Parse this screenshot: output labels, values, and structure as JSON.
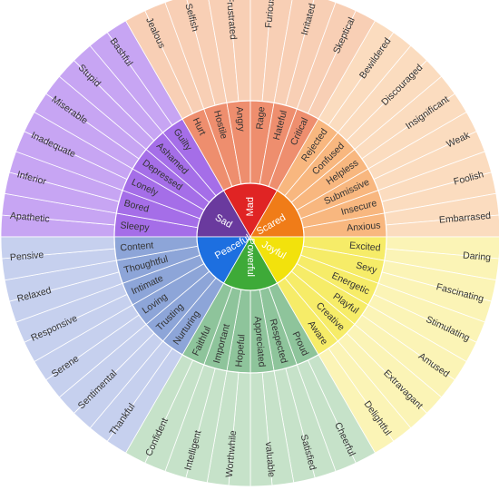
{
  "wheel": {
    "start_angle_deg": 180,
    "core_ids": [
      "sad",
      "mad",
      "scared",
      "joyful",
      "powerful",
      "peaceful"
    ],
    "categories": [
      {
        "id": "sad",
        "label": "Sad",
        "colors": {
          "core": "#6a3a9e",
          "mid": "#a56ee8",
          "outer": "#c7a5f3"
        },
        "emotions": [
          {
            "label": "Sleepy",
            "outer": [
              "Apathetic",
              ""
            ]
          },
          {
            "label": "Bored",
            "outer": [
              "Inferior",
              ""
            ]
          },
          {
            "label": "Lonely",
            "outer": [
              "Inadequate",
              ""
            ]
          },
          {
            "label": "Depressed",
            "outer": [
              "Miserable",
              ""
            ]
          },
          {
            "label": "Ashamed",
            "outer": [
              "Stupid",
              ""
            ]
          },
          {
            "label": "Guilty",
            "outer": [
              "Bashful",
              ""
            ]
          }
        ]
      },
      {
        "id": "mad",
        "label": "Mad",
        "colors": {
          "core": "#e02424",
          "mid": "#ee8e6e",
          "outer": "#f8cfb5"
        },
        "emotions": [
          {
            "label": "Hurt",
            "outer": [
              "Jealous",
              ""
            ]
          },
          {
            "label": "Hostile",
            "outer": [
              "Selfish",
              ""
            ]
          },
          {
            "label": "Angry",
            "outer": [
              "Frustrated",
              ""
            ]
          },
          {
            "label": "Rage",
            "outer": [
              "Furious",
              ""
            ]
          },
          {
            "label": "Hateful",
            "outer": [
              "Irritated",
              ""
            ]
          },
          {
            "label": "Critical",
            "outer": [
              "Skeptical",
              ""
            ]
          }
        ]
      },
      {
        "id": "scared",
        "label": "Scared",
        "colors": {
          "core": "#f07c18",
          "mid": "#f8b77f",
          "outer": "#fbdcbf"
        },
        "emotions": [
          {
            "label": "Rejected",
            "outer": [
              "Bewildered",
              ""
            ]
          },
          {
            "label": "Confused",
            "outer": [
              "Discouraged",
              ""
            ]
          },
          {
            "label": "Helpless",
            "outer": [
              "Insignificant",
              ""
            ]
          },
          {
            "label": "Submissive",
            "outer": [
              "Weak",
              ""
            ]
          },
          {
            "label": "Insecure",
            "outer": [
              "Foolish",
              ""
            ]
          },
          {
            "label": "Anxious",
            "outer": [
              "Embarrased",
              ""
            ]
          }
        ]
      },
      {
        "id": "joyful",
        "label": "Joyful",
        "colors": {
          "core": "#f2e20c",
          "mid": "#f6ec68",
          "outer": "#fbf4b6"
        },
        "emotions": [
          {
            "label": "Excited",
            "outer": [
              "Daring",
              ""
            ]
          },
          {
            "label": "Sexy",
            "outer": [
              "Fascinating",
              ""
            ]
          },
          {
            "label": "Energetic",
            "outer": [
              "Stimulating",
              ""
            ]
          },
          {
            "label": "Playful",
            "outer": [
              "Amused",
              ""
            ]
          },
          {
            "label": "Creative",
            "outer": [
              "Extravagant",
              ""
            ]
          },
          {
            "label": "Aware",
            "outer": [
              "Delightful",
              ""
            ]
          }
        ]
      },
      {
        "id": "powerful",
        "label": "Powerful",
        "colors": {
          "core": "#3eaa38",
          "mid": "#8ec49b",
          "outer": "#c6e2c9"
        },
        "emotions": [
          {
            "label": "Proud",
            "outer": [
              "Cheerful",
              ""
            ]
          },
          {
            "label": "Respected",
            "outer": [
              "Satisfied",
              ""
            ]
          },
          {
            "label": "Appreciated",
            "outer": [
              "valuable",
              ""
            ]
          },
          {
            "label": "Hopeful",
            "outer": [
              "Worthwhile",
              ""
            ]
          },
          {
            "label": "Important",
            "outer": [
              "Intelligent",
              ""
            ]
          },
          {
            "label": "Faithful",
            "outer": [
              "Confident",
              ""
            ]
          }
        ]
      },
      {
        "id": "peaceful",
        "label": "Peaceful",
        "colors": {
          "core": "#1d6fe0",
          "mid": "#8da5d8",
          "outer": "#c6d0ee"
        },
        "emotions": [
          {
            "label": "Nurturing",
            "outer": [
              "Thankful",
              ""
            ]
          },
          {
            "label": "Trusting",
            "outer": [
              "Sentimental",
              ""
            ]
          },
          {
            "label": "Loving",
            "outer": [
              "Serene",
              ""
            ]
          },
          {
            "label": "Intimate",
            "outer": [
              "Responsive",
              ""
            ]
          },
          {
            "label": "Thoughtful",
            "outer": [
              "Relaxed",
              ""
            ]
          },
          {
            "label": "Content",
            "outer": [
              "Pensive",
              ""
            ]
          }
        ]
      }
    ]
  }
}
